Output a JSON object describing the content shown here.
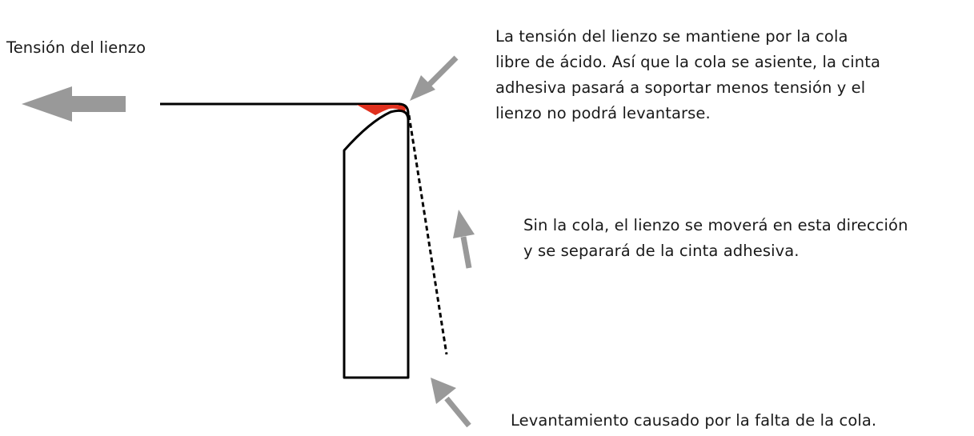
{
  "labels": {
    "canvas_tension": "Tensión del lienzo",
    "glue_note": [
      "La tensión del lienzo se mantiene por la cola",
      "libre de ácido. Así que la cola se asiente, la cinta",
      "adhesiva pasará a soportar menos tensión y el",
      "lienzo no podrá levantarse."
    ],
    "without_glue_note": [
      "Sin la cola, el lienzo se moverá en esta dirección",
      "y se separará de la cinta adhesiva."
    ],
    "lifting_note": "Levantamiento causado por la falta de la cola."
  },
  "colors": {
    "arrow": "#999999",
    "outline": "#000000",
    "glue": "#e0301e",
    "text": "#1a1a1a"
  }
}
